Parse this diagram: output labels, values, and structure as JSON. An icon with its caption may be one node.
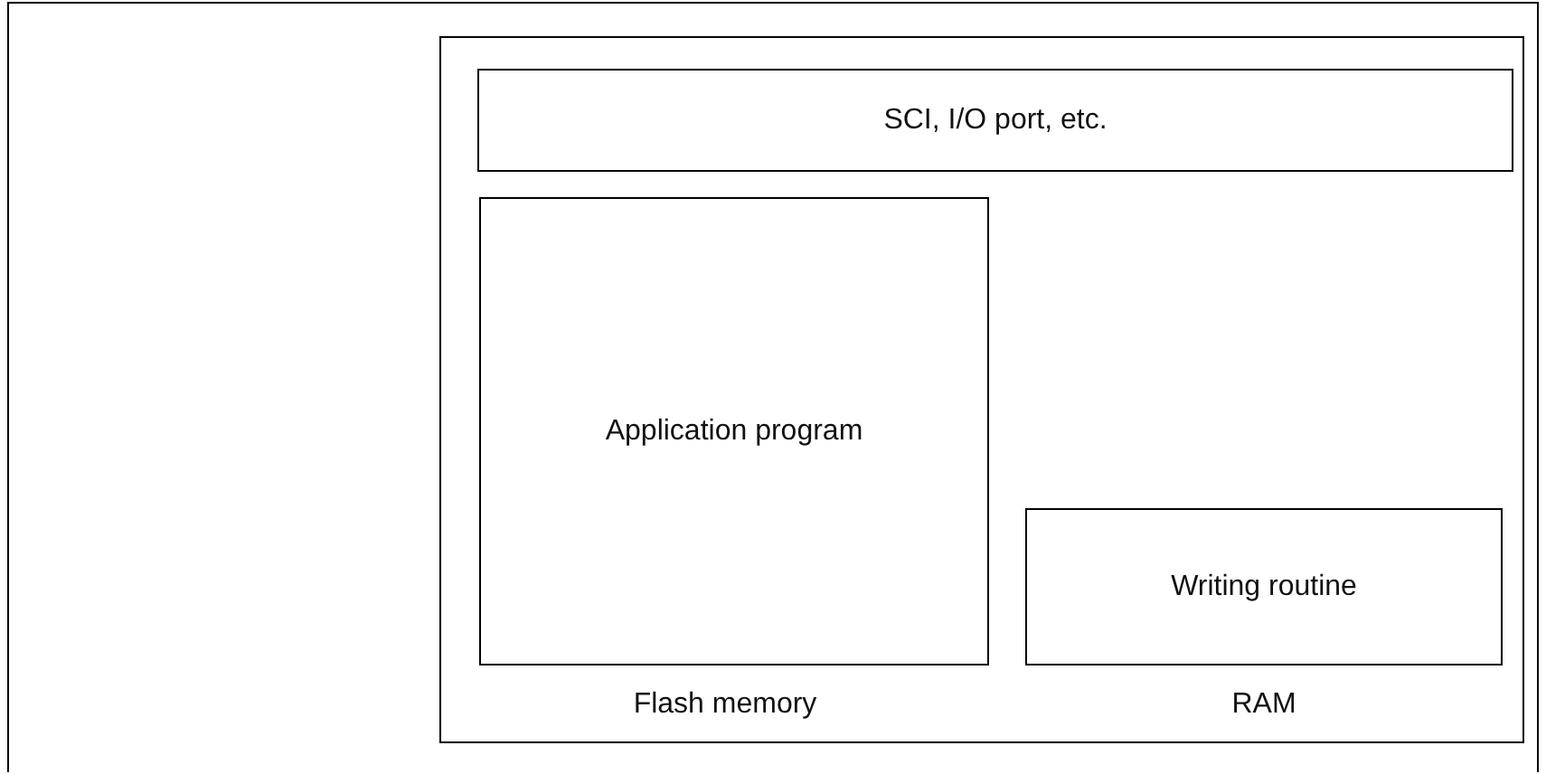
{
  "diagram": {
    "nodes": [
      {
        "text": [],
        "shape": "box"
      },
      {
        "text": [
          "SCI, I/O port, etc."
        ],
        "in": 0
      },
      {
        "text": [
          "Application program"
        ],
        "in": 0,
        "beside": [
          "Flash memory"
        ]
      },
      {
        "text": [
          "Writing routine"
        ],
        "in": 0,
        "beside": [
          "RAM"
        ]
      }
    ]
  }
}
